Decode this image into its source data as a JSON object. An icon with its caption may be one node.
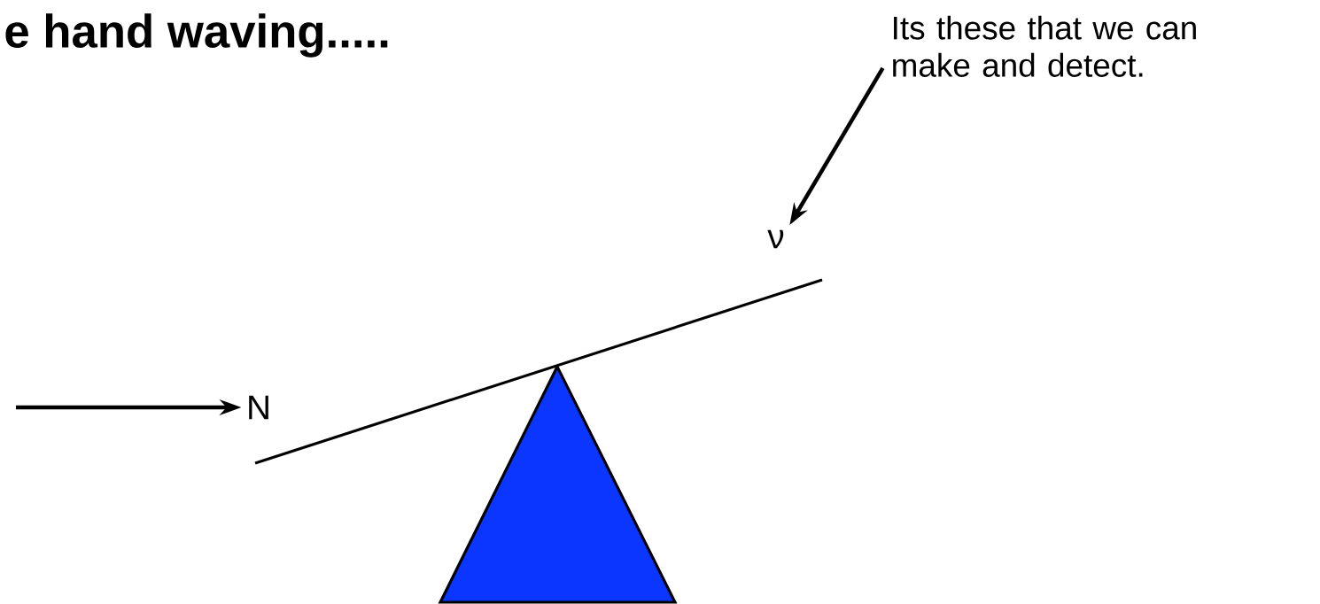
{
  "diagram": {
    "title": "e hand waving.....",
    "nodes": [
      {
        "text": [
          "Its these that we can make and detect."
        ]
      },
      {
        "text": [
          "ν"
        ]
      },
      {
        "text": [
          "N"
        ]
      }
    ],
    "edges": [
      {
        "from": 0,
        "to": 1,
        "arrow": "to"
      },
      {
        "from": null,
        "to": 2,
        "arrow": "to"
      }
    ]
  }
}
